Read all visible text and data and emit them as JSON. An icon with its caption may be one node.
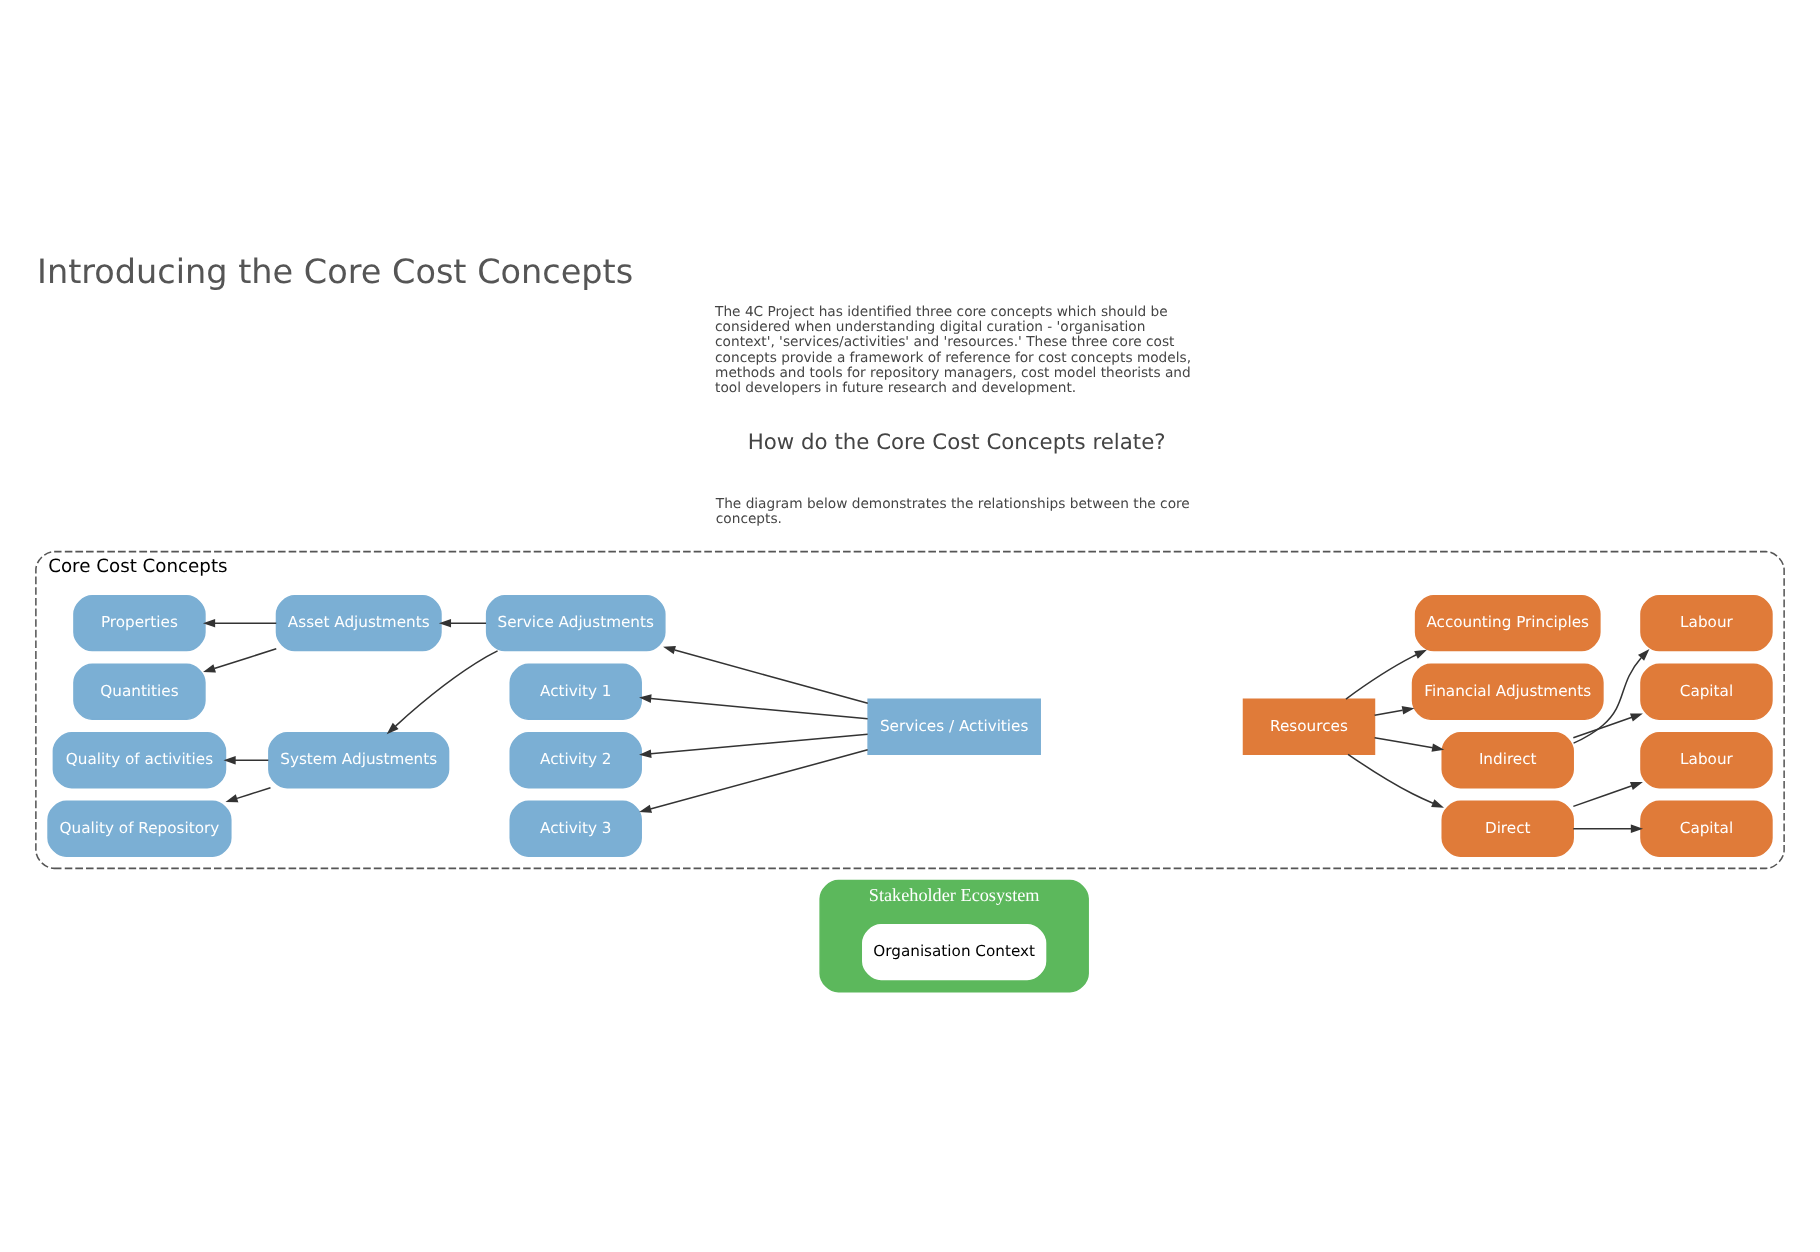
{
  "diagram": {
    "title": "Introducing the Core Cost Concepts",
    "nodes": [
      {
        "text": [
          "Stakeholder Ecosystem"
        ]
      },
      {
        "text": [
          "Organisation Context"
        ],
        "in": 0
      },
      {
        "text": [
          "Core Cost Concepts"
        ]
      },
      {
        "text": [
          "Properties"
        ],
        "in": 2
      },
      {
        "text": [
          "Quantities"
        ],
        "in": 2
      },
      {
        "text": [
          "Asset Adjustments"
        ],
        "in": 2
      },
      {
        "text": [
          "Quality of activities"
        ],
        "in": 2
      },
      {
        "text": [
          "Quality of Repository"
        ],
        "in": 2
      },
      {
        "text": [
          "System Adjustments"
        ],
        "in": 2
      },
      {
        "text": [
          "Service Adjustments"
        ],
        "in": 2
      },
      {
        "text": [
          "Activity 1"
        ],
        "in": 2
      },
      {
        "text": [
          "Activity 2"
        ],
        "in": 2
      },
      {
        "text": [
          "Activity 3"
        ],
        "in": 2
      },
      {
        "text": [
          "Services / Activities"
        ],
        "in": 2
      },
      {
        "text": [
          "Resources"
        ],
        "in": 2
      },
      {
        "text": [
          "Direct"
        ],
        "in": 2
      },
      {
        "text": [
          "Capital"
        ],
        "in": 2
      },
      {
        "text": [
          "Labour"
        ],
        "in": 2
      },
      {
        "text": [
          "Indirect"
        ],
        "in": 2
      },
      {
        "text": [
          "Capital"
        ],
        "in": 2
      },
      {
        "text": [
          "Labour"
        ],
        "in": 2
      },
      {
        "text": [
          "Financial Adjustments"
        ],
        "in": 2
      },
      {
        "text": [
          "Accounting Principles"
        ],
        "in": 2
      }
    ],
    "edges": [
      {
        "from": 5,
        "to": 3,
        "arrow": "to"
      },
      {
        "from": 5,
        "to": 4,
        "arrow": "to"
      },
      {
        "from": 8,
        "to": 6,
        "arrow": "to"
      },
      {
        "from": 8,
        "to": 7,
        "arrow": "to"
      },
      {
        "from": 9,
        "to": 5,
        "arrow": "to"
      },
      {
        "from": 9,
        "to": 8,
        "arrow": "to"
      },
      {
        "from": 13,
        "to": 9,
        "arrow": "to"
      },
      {
        "from": 13,
        "to": 10,
        "arrow": "to"
      },
      {
        "from": 13,
        "to": 11,
        "arrow": "to"
      },
      {
        "from": 13,
        "to": 12,
        "arrow": "to"
      },
      {
        "from": 14,
        "to": 15,
        "arrow": "to"
      },
      {
        "from": 14,
        "to": 18,
        "arrow": "to"
      },
      {
        "from": 14,
        "to": 21,
        "arrow": "to"
      },
      {
        "from": 14,
        "to": 22,
        "arrow": "to"
      },
      {
        "from": 15,
        "to": 16,
        "arrow": "to"
      },
      {
        "from": 15,
        "to": 17,
        "arrow": "to"
      },
      {
        "from": 18,
        "to": 19,
        "arrow": "to"
      },
      {
        "from": 18,
        "to": 20,
        "arrow": "to"
      }
    ],
    "labels": [
      "The 4C Project has identified three core concepts which should be considered when understanding digital curation - 'organisation context', 'services/activities' and 'resources.' These three core cost concepts provide a framework of reference for cost concepts models, methods and tools for repository managers, cost model theorists and tool developers in future research and development.",
      "How do the Core Cost Concepts relate?",
      "The diagram below demonstrates the relationships between the core concepts."
    ]
  }
}
